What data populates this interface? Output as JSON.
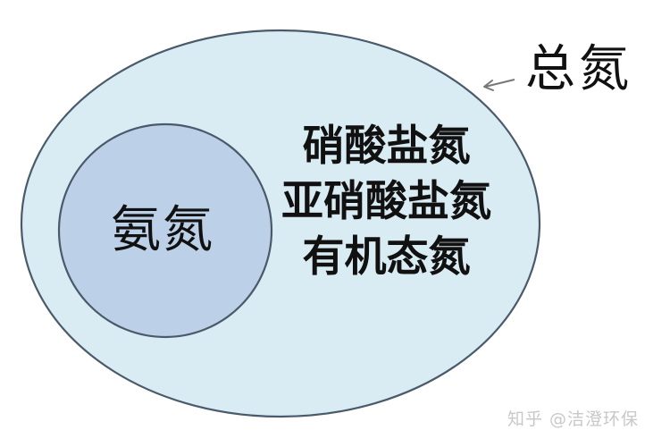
{
  "diagram": {
    "type": "nested-set (Venn-style containment)",
    "outer_set": {
      "label": "总氮",
      "fill": "#DAECF3",
      "stroke": "#4A5A6A"
    },
    "inner_set": {
      "label": "氨氮",
      "fill": "#BCD0E8",
      "stroke": "#4A5A6A"
    },
    "other_components": [
      {
        "label": "硝酸盐氮"
      },
      {
        "label": "亚硝酸盐氮"
      },
      {
        "label": "有机态氮"
      }
    ],
    "arrow": {
      "icon": "arrow-left-icon",
      "color": "#777777"
    }
  },
  "watermark": {
    "text": "知乎 @洁澄环保"
  }
}
